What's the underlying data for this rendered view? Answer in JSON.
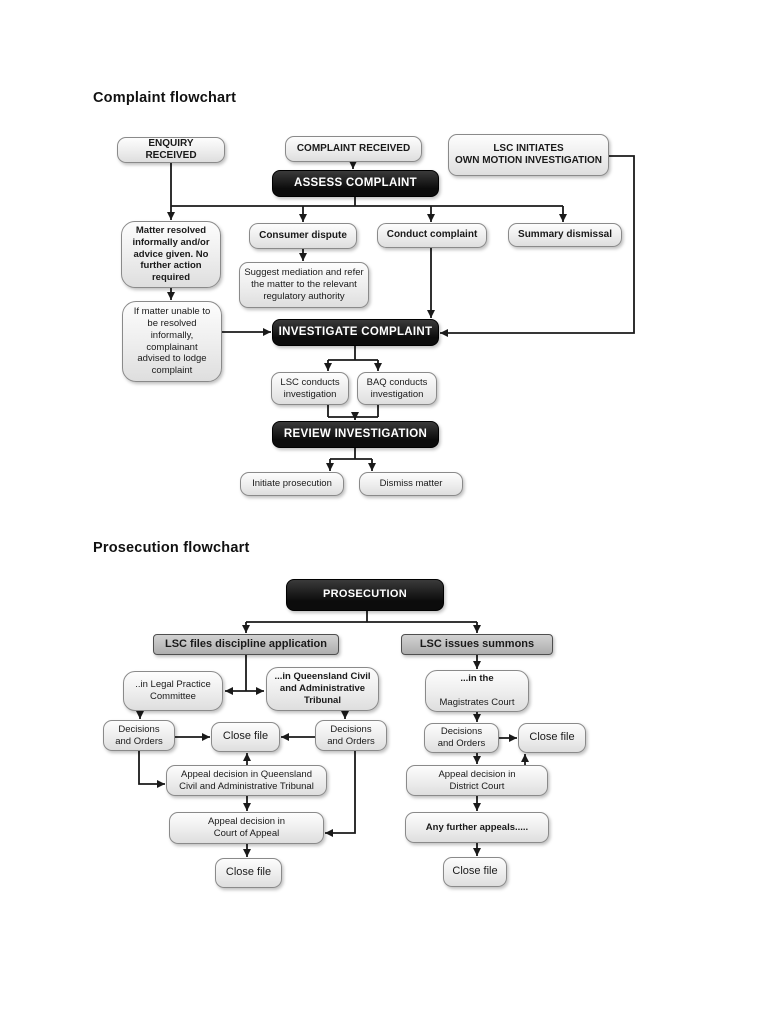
{
  "page": {
    "background": "#ffffff"
  },
  "colors": {
    "node_fill": "#e8e8e8",
    "node_border": "#8a8a8a",
    "black_node_fill": "#111111",
    "black_node_text": "#ffffff",
    "header_node_fill": "#b5b5b5",
    "connector": "#1a1a1a"
  },
  "complaint": {
    "title": "Complaint flowchart",
    "nodes": {
      "enquiry": "ENQUIRY RECEIVED",
      "complaint_received": "COMPLAINT RECEIVED",
      "lsc_initiates": "LSC INITIATES\nOWN MOTION INVESTIGATION",
      "assess": "ASSESS COMPLAINT",
      "matter_resolved": "Matter resolved\ninformally and/or\nadvice given. No\nfurther action\nrequired",
      "consumer_dispute": "Consumer dispute",
      "conduct_complaint": "Conduct complaint",
      "summary_dismissal": "Summary dismissal",
      "suggest_mediation": "Suggest mediation and refer\nthe matter to the relevant\nregulatory authority",
      "if_matter": "If matter unable to\nbe resolved\ninformally,\ncomplainant\nadvised to lodge\ncomplaint",
      "investigate": "INVESTIGATE COMPLAINT",
      "lsc_conducts": "LSC conducts\ninvestigation",
      "baq_conducts": "BAQ conducts\ninvestigation",
      "review": "REVIEW INVESTIGATION",
      "initiate_prosecution": "Initiate prosecution",
      "dismiss_matter": "Dismiss matter"
    }
  },
  "prosecution": {
    "title": "Prosecution flowchart",
    "nodes": {
      "prosecution": "PROSECUTION",
      "lsc_files": "LSC files discipline application",
      "lsc_summons": "LSC issues summons",
      "legal_practice": "..in Legal Practice\nCommittee",
      "qcat": "...in Queensland Civil\nand Administrative\nTribunal",
      "magistrates_line1": "...in the",
      "magistrates_line2": "Magistrates Court",
      "decisions_left": "Decisions\nand Orders",
      "decisions_mid": "Decisions\nand Orders",
      "decisions_right": "Decisions\nand Orders",
      "close_file_1": "Close file",
      "close_file_2": "Close file",
      "appeal_qcat": "Appeal decision in Queensland\nCivil and Administrative Tribunal",
      "appeal_coa": "Appeal decision in\nCourt of Appeal",
      "close_file_3": "Close file",
      "appeal_district": "Appeal decision in\nDistrict Court",
      "any_further": "Any further appeals.....",
      "close_file_4": "Close file"
    }
  }
}
